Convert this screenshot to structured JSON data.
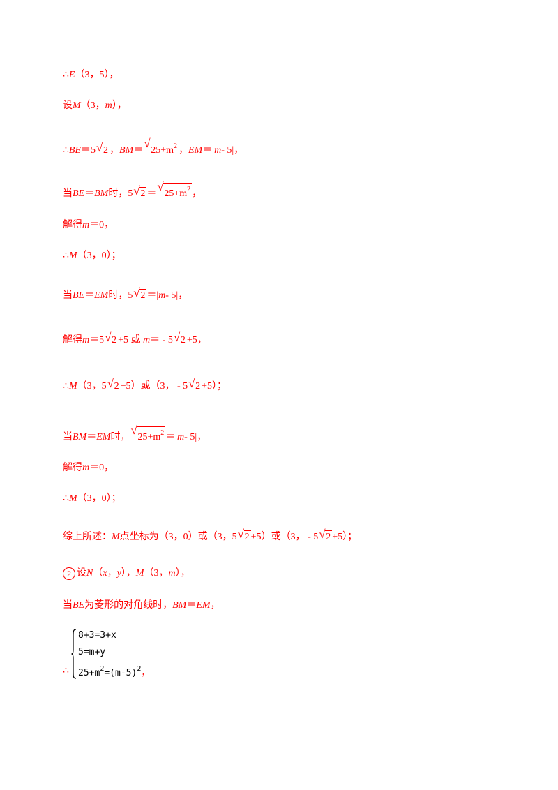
{
  "lines": {
    "l1": {
      "therefore": "∴",
      "E": "E",
      "rest": "（3，5），"
    },
    "l2": {
      "pre": "设",
      "M": "M",
      "rest": "（3，",
      "m": "m",
      "end": "），"
    },
    "l3": {
      "therefore": "∴",
      "BE": "BE",
      "eq1": "＝5",
      "r1": "2",
      "comma1": "，",
      "BM": "BM",
      "eq2": "＝",
      "r2": "25+m",
      "sq": "2",
      "comma2": "，",
      "EM": "EM",
      "eq3": "＝|",
      "m": "m",
      "tail": " - 5|，"
    },
    "l4": {
      "pre": "当",
      "BE": "BE",
      "eq": "＝",
      "BM": "BM",
      "mid": "时，5",
      "r1": "2",
      "eq2": "＝",
      "r2": "25+m",
      "sq": "2",
      "end": "，"
    },
    "l5": {
      "pre": "解得",
      "m": "m",
      "rest": "＝0，"
    },
    "l6": {
      "therefore": "∴",
      "M": "M",
      "rest": "（3，0）；"
    },
    "l7": {
      "pre": "当",
      "BE": "BE",
      "eq": "＝",
      "EM": "EM",
      "mid": "时，5",
      "r1": "2",
      "eq2": "＝|",
      "m": "m",
      "tail": " - 5|，"
    },
    "l8": {
      "pre": "解得",
      "m1": "m",
      "eq1": "＝5",
      "r1": "2",
      "plus1": "+5 或",
      "m2": "m",
      "eq2": "＝ - 5",
      "r2": "2",
      "plus2": "+5，"
    },
    "l9": {
      "therefore": "∴",
      "M": "M",
      "a": "（3，5",
      "r1": "2",
      "b": "+5）或（3， - 5",
      "r2": "2",
      "c": "+5）；"
    },
    "l10": {
      "pre": "当",
      "BM": "BM",
      "eq": "＝",
      "EM": "EM",
      "mid": "时，",
      "r": "25+m",
      "sq": "2",
      "eq2": "＝|",
      "m": "m",
      "tail": " - 5|，"
    },
    "l11": {
      "pre": "解得",
      "m": "m",
      "rest": "＝0，"
    },
    "l12": {
      "therefore": "∴",
      "M": "M",
      "rest": "（3，0）；"
    },
    "l13": {
      "pre": "综上所述：",
      "M": "M",
      "a": "点坐标为（3，0）或（3，5",
      "r1": "2",
      "b": "+5）或（3， - 5",
      "r2": "2",
      "c": "+5）；"
    },
    "l14": {
      "circ": "2",
      "pre": "设",
      "N": "N",
      "a": "（",
      "x": "x",
      "comma": "，",
      "y": "y",
      "b": "），",
      "M": "M",
      "c": "（3，",
      "m": "m",
      "d": "），"
    },
    "l15": {
      "pre": "当",
      "BE": "BE",
      "mid": "为菱形的对角线时，",
      "BM": "BM",
      "eq": "＝",
      "EM": "EM",
      "end": "，"
    }
  },
  "system": {
    "therefore": "∴",
    "row1": "8+3=3+x",
    "row2": "5=m+y",
    "row3a": "25+m",
    "row3sq": "2",
    "row3b": "=(m-5)",
    "row3sq2": "2",
    "comma": "，"
  }
}
